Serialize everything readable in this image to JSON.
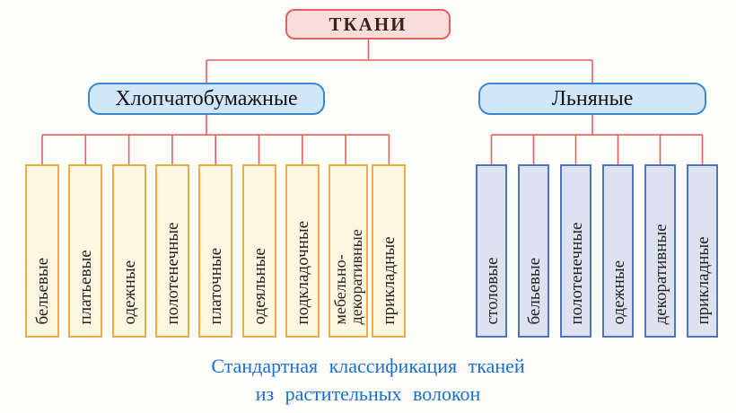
{
  "root": {
    "label": "ТКАНИ"
  },
  "branches": [
    {
      "label": "Хлопчатобумажные",
      "items": [
        "бельевые",
        "платьевые",
        "одежные",
        "полотенечные",
        "платочные",
        "одеяльные",
        "подкладочные",
        "мебельно-\nдекоративные",
        "прикладные"
      ]
    },
    {
      "label": "Льняные",
      "items": [
        "столовые",
        "бельевые",
        "полотенечные",
        "одежные",
        "декоративные",
        "прикладные"
      ]
    }
  ],
  "caption": {
    "line1": "Стандартная  классификация  тканей",
    "line2": "из  растительных  волокон"
  },
  "colors": {
    "connector_red": "#e4605c",
    "root_bg": "#f9dddb",
    "branch_bg": "#cfe7f8",
    "branch_border": "#3e88ce",
    "cotton_item_bg": "#fdf7e1",
    "cotton_item_border": "#edac48",
    "linen_item_bg": "#dce2f0",
    "linen_item_border": "#4f74c0",
    "caption_text": "#1c6ed0"
  }
}
